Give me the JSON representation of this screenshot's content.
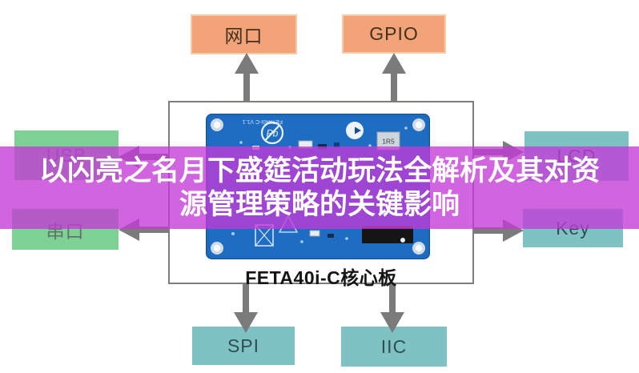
{
  "overlay": {
    "line1": "以闪亮之名月下盛筵活动玩法全解析及其对资",
    "line2": "源管理策略的关键影响",
    "band_color": "#c43ad7",
    "text_color": "#ffffff"
  },
  "board": {
    "caption": "FETA40i-C核心板",
    "silkscreen": "FETA40i-C V1.1",
    "pb_mark": "Pb",
    "chip_label": "1R5",
    "pcb_color": "#1c69be"
  },
  "nodes": {
    "ethernet": {
      "label": "网口",
      "color": "#f2a478"
    },
    "gpio": {
      "label": "GPIO",
      "color": "#f2a478"
    },
    "usb": {
      "label": "USB",
      "color": "#7dd194"
    },
    "serial": {
      "label": "串口",
      "color": "#7dd194"
    },
    "lcd": {
      "label": "LCD",
      "color": "#7fc2c3"
    },
    "key": {
      "label": "Key",
      "color": "#7fc2c3"
    },
    "spi": {
      "label": "SPI",
      "color": "#7fc2c3"
    },
    "iic": {
      "label": "IIC",
      "color": "#7fc2c3"
    }
  },
  "colors": {
    "arrow": "#7b7b7b",
    "frame_border": "#7d7d7d",
    "background": "#ffffff"
  }
}
